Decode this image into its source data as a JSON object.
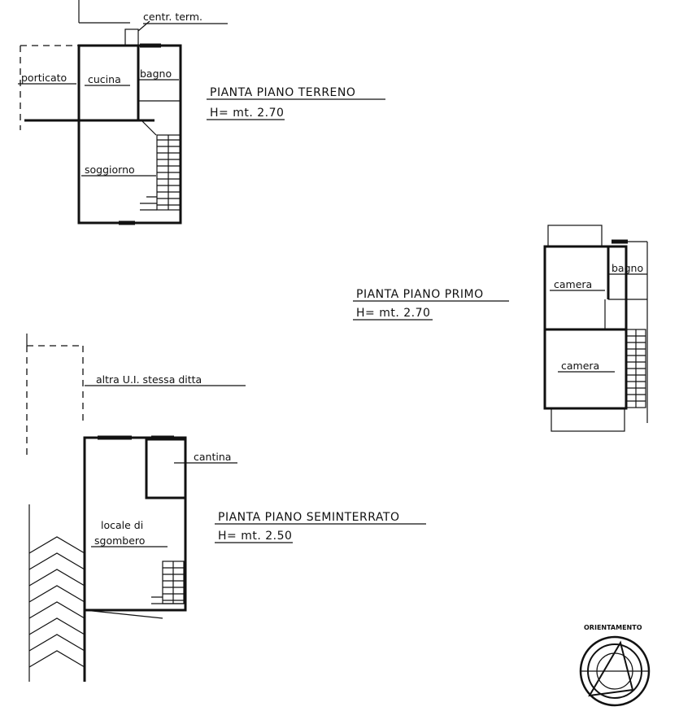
{
  "plans": [
    {
      "id": "ground",
      "title": "PIANTA PIANO TERRENO",
      "height": "H= mt. 2.70",
      "rooms": [
        "centr. term.",
        "porticato",
        "cucina",
        "bagno",
        "soggiorno"
      ]
    },
    {
      "id": "first",
      "title": "PIANTA PIANO PRIMO",
      "height": "H= mt. 2.70",
      "rooms": [
        "camera",
        "bagno",
        "camera"
      ]
    },
    {
      "id": "basement",
      "title": "PIANTA PIANO SEMINTERRATO",
      "height": "H= mt. 2.50",
      "rooms": [
        "cantina",
        "locale di",
        "sgombero"
      ]
    }
  ],
  "annotations": {
    "other_unit": "altra U.I. stessa ditta"
  },
  "compass": {
    "label": "ORIENTAMENTO"
  },
  "colors": {
    "ink": "#111111",
    "paper": "#ffffff"
  }
}
